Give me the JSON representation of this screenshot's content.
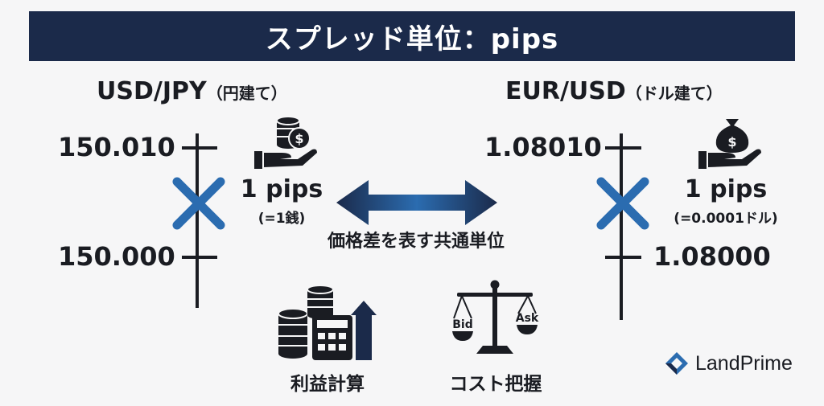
{
  "header": {
    "title": "スプレッド単位：pips"
  },
  "left": {
    "pair": "USD/JPY",
    "pair_sub": "（円建て）",
    "price_high": "150.010",
    "price_low": "150.000",
    "pips": "1 pips",
    "pips_sub": "(=1銭)"
  },
  "right": {
    "pair": "EUR/USD",
    "pair_sub": "（ドル建て）",
    "price_high": "1.08010",
    "price_low": "1.08000",
    "pips": "1 pips",
    "pips_sub": "(=0.0001ドル)"
  },
  "center": {
    "label": "価格差を表す共通単位"
  },
  "bottom": {
    "calc_label": "利益計算",
    "cost_label": "コスト把握",
    "scale_bid": "Bid",
    "scale_ask": "Ask"
  },
  "icons": {
    "coin_symbol": "$",
    "left_icon": "coins-hand-icon",
    "right_icon": "moneybag-hand-icon",
    "calc_icon": "coins-calculator-chart-icon",
    "scale_icon": "balance-scale-icon"
  },
  "brand": {
    "name": "LandPrime"
  },
  "colors": {
    "navy": "#1b2a4a",
    "blue": "#2b6cb0",
    "dark": "#1a1c22"
  }
}
